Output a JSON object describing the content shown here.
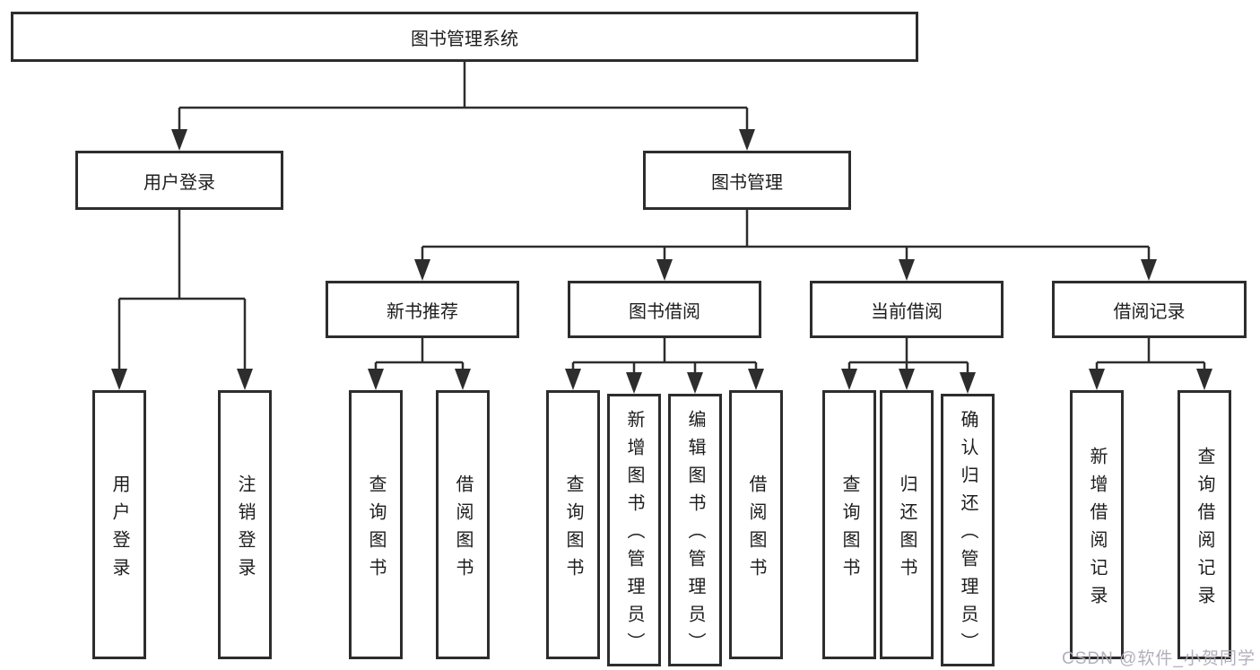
{
  "tree": {
    "root": {
      "label": "图书管理系统"
    },
    "branches": [
      {
        "label": "用户登录",
        "children": [
          {
            "label": "用户登录"
          },
          {
            "label": "注销登录"
          }
        ]
      },
      {
        "label": "图书管理",
        "children": [
          {
            "label": "新书推荐",
            "children": [
              {
                "label": "查询图书"
              },
              {
                "label": "借阅图书"
              }
            ]
          },
          {
            "label": "图书借阅",
            "children": [
              {
                "label": "查询图书"
              },
              {
                "label": "新增图书（管理员）"
              },
              {
                "label": "编辑图书（管理员）"
              },
              {
                "label": "借阅图书"
              }
            ]
          },
          {
            "label": "当前借阅",
            "children": [
              {
                "label": "查询图书"
              },
              {
                "label": "归还图书"
              },
              {
                "label": "确认归还（管理员）"
              }
            ]
          },
          {
            "label": "借阅记录",
            "children": [
              {
                "label": "新增借阅记录"
              },
              {
                "label": "查询借阅记录"
              }
            ]
          }
        ]
      }
    ]
  },
  "watermark": {
    "text": "CSDN @软件_小贺同学"
  },
  "colors": {
    "line": "#2d2d2d",
    "box_border": "#2d2d2d",
    "text": "#1d1d1f",
    "background": "#ffffff",
    "watermark": "#acacb8"
  }
}
